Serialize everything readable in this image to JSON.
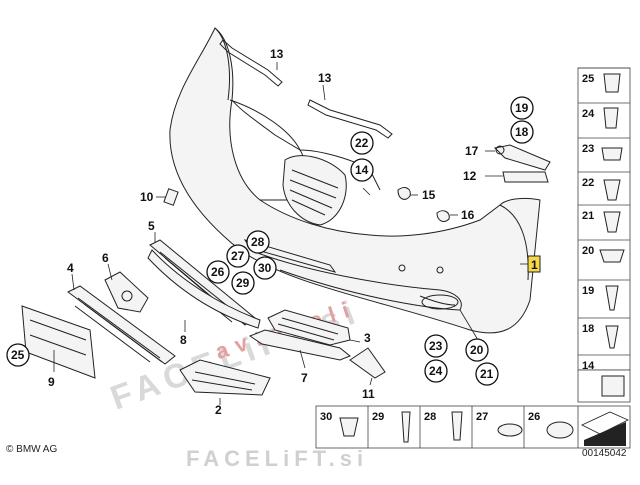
{
  "labels": {
    "p1": "1",
    "p2": "2",
    "p3": "3",
    "p4": "4",
    "p5": "5",
    "p6": "6",
    "p7": "7",
    "p8": "8",
    "p9": "9",
    "p10": "10",
    "p11": "11",
    "p12": "12",
    "p13a": "13",
    "p13b": "13",
    "p14": "14",
    "p15": "15",
    "p16": "16",
    "p17": "17",
    "p18": "18",
    "p19": "19",
    "p20": "20",
    "p21": "21",
    "p22": "22",
    "p23": "23",
    "p24": "24",
    "p25": "25",
    "p26": "26",
    "p27": "27",
    "p28": "28",
    "p29": "29",
    "p30": "30"
  },
  "side_column": [
    "25",
    "24",
    "23",
    "22",
    "21",
    "20",
    "19",
    "18",
    "14"
  ],
  "bottom_row": [
    "30",
    "29",
    "28",
    "27",
    "26"
  ],
  "watermarks": {
    "main": "FACELiFT.si",
    "red": "avtodeli",
    "bottom": "FACELiFT.si"
  },
  "footer": {
    "brand": "© BMW AG",
    "doc_number": "00145042"
  }
}
